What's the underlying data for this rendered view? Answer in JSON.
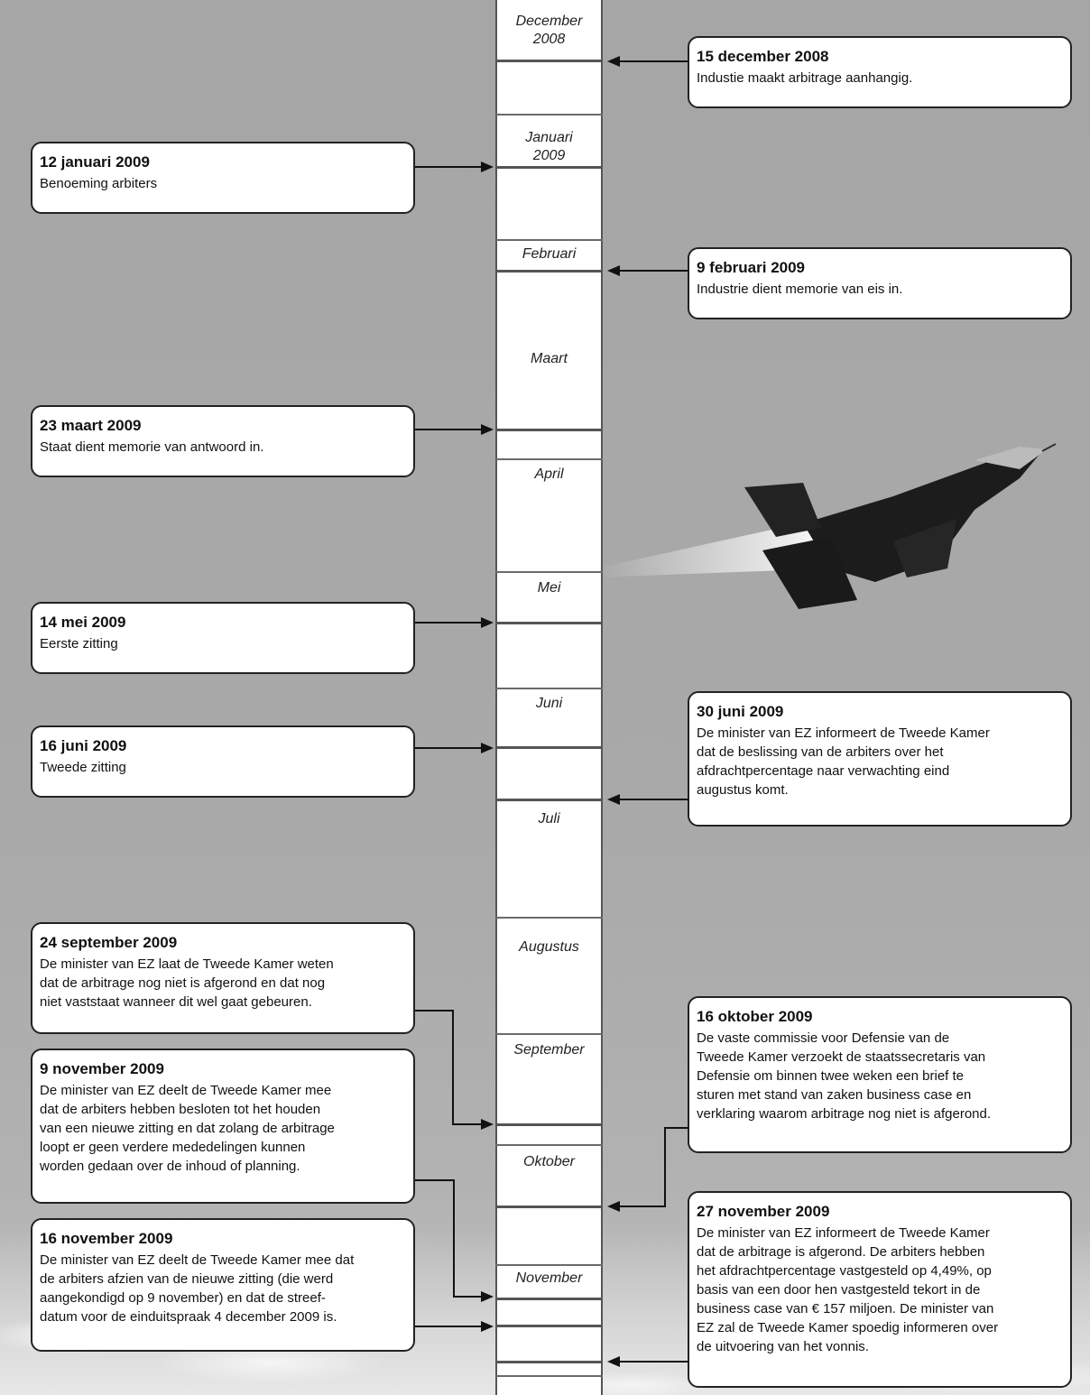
{
  "months": [
    {
      "key": "dec",
      "label": "December\n2008"
    },
    {
      "key": "jan",
      "label": "Januari\n2009"
    },
    {
      "key": "feb",
      "label": "Februari"
    },
    {
      "key": "mar",
      "label": "Maart"
    },
    {
      "key": "apr",
      "label": "April"
    },
    {
      "key": "mei",
      "label": "Mei"
    },
    {
      "key": "jun",
      "label": "Juni"
    },
    {
      "key": "jul",
      "label": "Juli"
    },
    {
      "key": "aug",
      "label": "Augustus"
    },
    {
      "key": "sep",
      "label": "September"
    },
    {
      "key": "okt",
      "label": "Oktober"
    },
    {
      "key": "nov",
      "label": "November"
    }
  ],
  "events": [
    {
      "key": "e1",
      "date": "15 december 2008",
      "text": "Industie maakt arbitrage aanhangig."
    },
    {
      "key": "e2",
      "date": "12 januari 2009",
      "text": "Benoeming arbiters"
    },
    {
      "key": "e3",
      "date": "9 februari 2009",
      "text": "Industrie dient memorie van eis in."
    },
    {
      "key": "e4",
      "date": "23 maart 2009",
      "text": "Staat dient memorie van antwoord in."
    },
    {
      "key": "e5",
      "date": "14 mei 2009",
      "text": "Eerste zitting"
    },
    {
      "key": "e6",
      "date": "30 juni 2009",
      "text": "De minister van EZ informeert de Tweede Kamer\ndat de beslissing van de arbiters over het\nafdrachtpercentage naar verwachting eind\naugustus komt."
    },
    {
      "key": "e7",
      "date": "16 juni 2009",
      "text": "Tweede zitting"
    },
    {
      "key": "e8",
      "date": "24 september 2009",
      "text": "De minister van EZ laat de Tweede Kamer weten\ndat de arbitrage nog niet is afgerond en dat nog\nniet vaststaat wanneer dit wel gaat gebeuren."
    },
    {
      "key": "e9",
      "date": "16 oktober 2009",
      "text": "De vaste commissie voor Defensie van de\nTweede Kamer verzoekt de staatssecretaris van\nDefensie om binnen twee weken een brief te\nsturen met stand van zaken business case en\nverklaring waarom arbitrage nog niet is afgerond."
    },
    {
      "key": "e10",
      "date": "9 november 2009",
      "text": "De minister van EZ deelt de Tweede Kamer mee\ndat de arbiters hebben besloten tot het houden\nvan een nieuwe zitting en dat zolang de arbitrage\nloopt er geen verdere mededelingen kunnen\nworden gedaan over de inhoud of planning."
    },
    {
      "key": "e11",
      "date": "27 november 2009",
      "text": "De minister van EZ informeert de Tweede Kamer\ndat de arbitrage is afgerond. De arbiters hebben\nhet afdrachtpercentage vastgesteld op 4,49%, op\nbasis van een door hen vastgesteld tekort in de\nbusiness case van € 157 miljoen. De minister van\nEZ zal de Tweede Kamer spoedig informeren over\nde uitvoering van het vonnis."
    },
    {
      "key": "e12",
      "date": "16 november 2009",
      "text": "De minister van EZ deelt de Tweede Kamer mee dat\nde arbiters afzien van de nieuwe zitting (die werd\naangekondigd op 9 november) en dat de streef-\ndatum voor de einduitspraak 4 december 2009 is."
    }
  ],
  "illustration": {
    "subject": "jet-icon"
  }
}
